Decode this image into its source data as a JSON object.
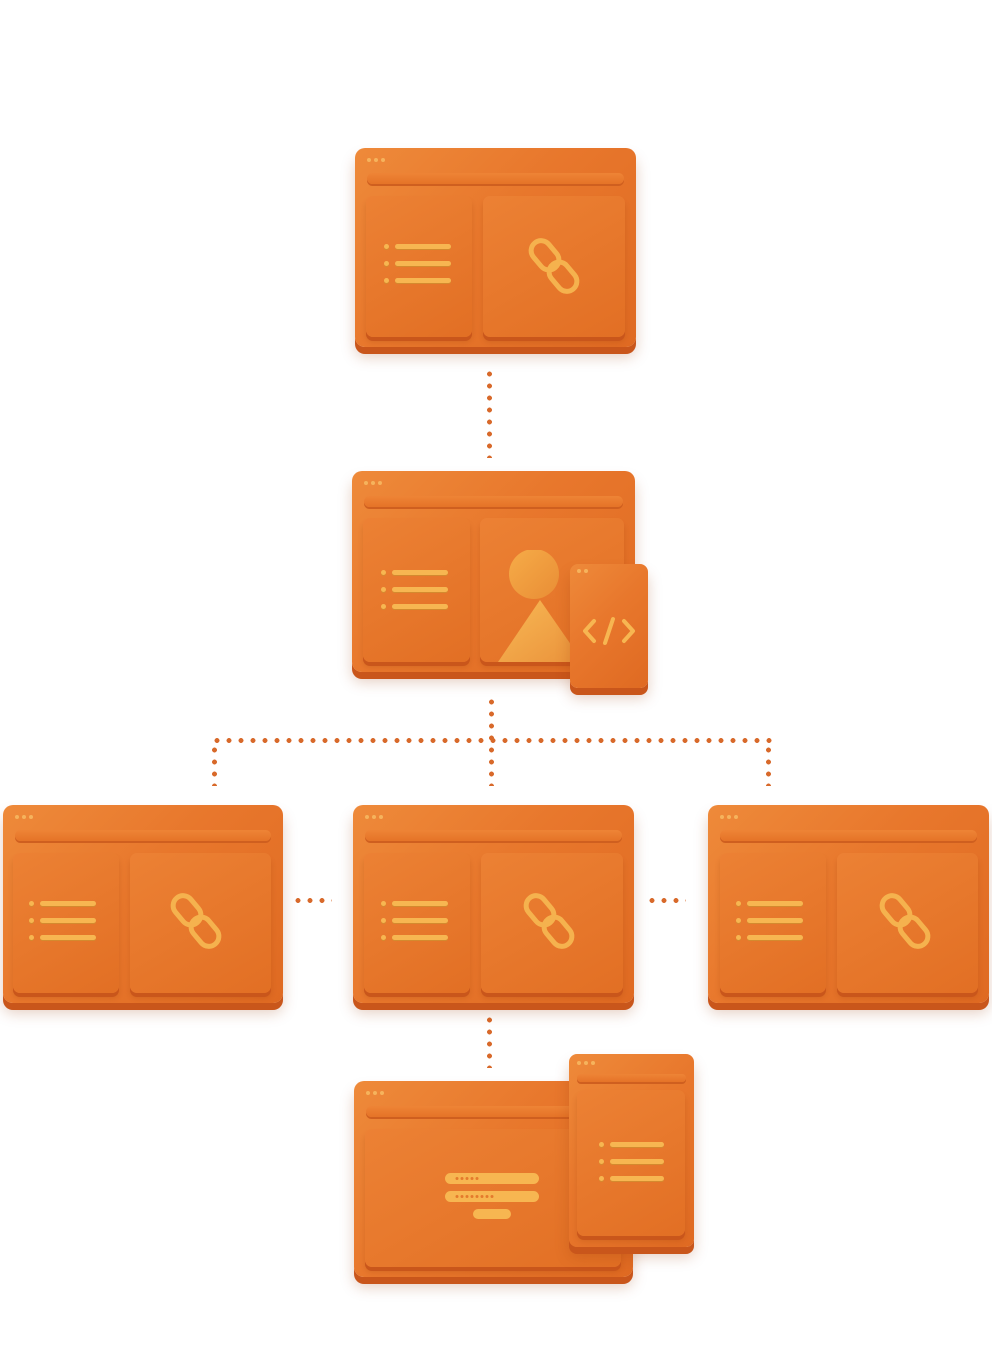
{
  "diagram": {
    "theme_colors": {
      "primary": "#e8772c",
      "accent": "#f7b651",
      "connector": "#d8692a"
    },
    "nodes": [
      {
        "id": "top",
        "icons": [
          "list-icon",
          "link-icon"
        ]
      },
      {
        "id": "middle",
        "icons": [
          "list-icon",
          "image-icon",
          "code-icon"
        ],
        "code_glyph": "</>"
      },
      {
        "id": "row-left",
        "icons": [
          "list-icon",
          "link-icon"
        ]
      },
      {
        "id": "row-center",
        "icons": [
          "list-icon",
          "link-icon"
        ]
      },
      {
        "id": "row-right",
        "icons": [
          "list-icon",
          "link-icon"
        ]
      },
      {
        "id": "bottom",
        "icons": [
          "login-form-icon",
          "list-icon"
        ]
      }
    ],
    "connectors": [
      "top-middle",
      "middle-row",
      "row-left-row-center",
      "row-center-row-right",
      "row-center-bottom"
    ]
  }
}
